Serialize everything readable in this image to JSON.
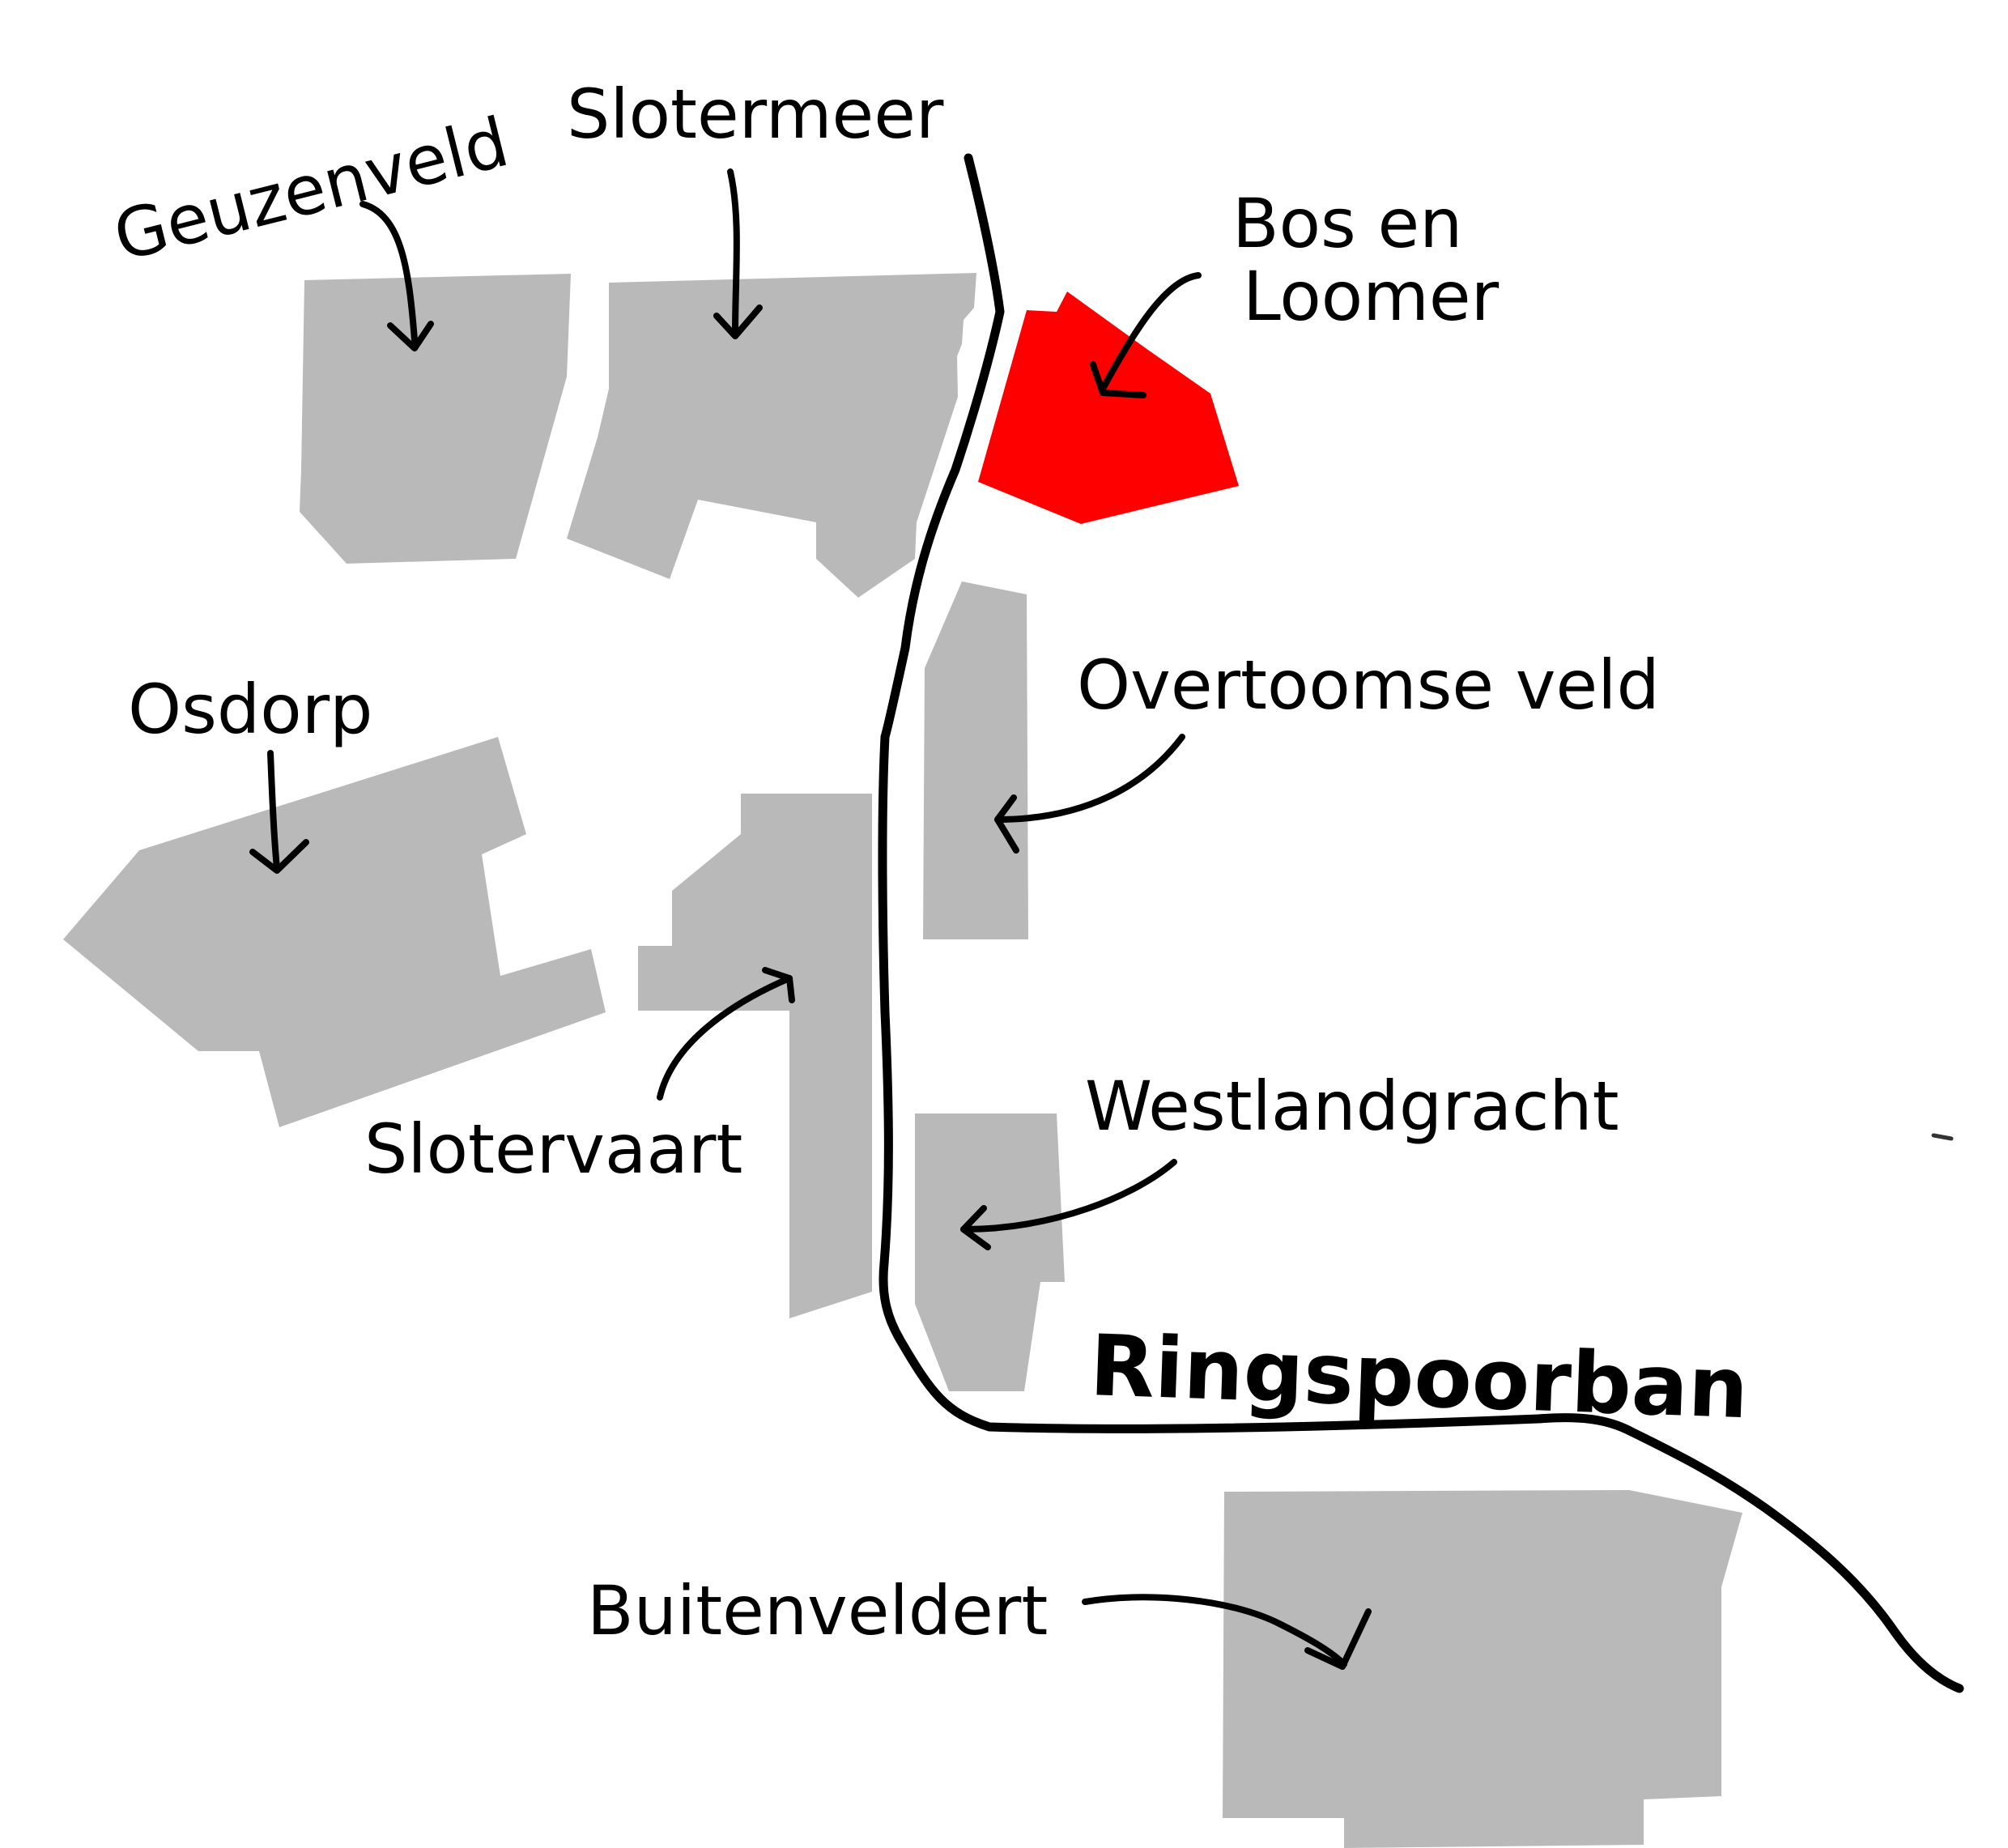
{
  "map": {
    "rail_line": {
      "label": "Ringspoorban"
    },
    "districts": [
      {
        "id": "geuzenveld",
        "label": "Geuzenveld",
        "highlighted": false
      },
      {
        "id": "slotermeer",
        "label": "Slotermeer",
        "highlighted": false
      },
      {
        "id": "bos-en-loomer",
        "label_line1": "Bos en",
        "label_line2": "Loomer",
        "highlighted": true
      },
      {
        "id": "osdorp",
        "label": "Osdorp",
        "highlighted": false
      },
      {
        "id": "overtoomse-veld",
        "label": "Overtoomse veld",
        "highlighted": false
      },
      {
        "id": "slotervaart",
        "label": "Slotervaart",
        "highlighted": false
      },
      {
        "id": "westlandgracht",
        "label": "Westlandgracht",
        "highlighted": false
      },
      {
        "id": "buitenveldert",
        "label": "Buitenveldert",
        "highlighted": false
      }
    ],
    "colors": {
      "district_fill": "#b9b9b9",
      "highlight_fill": "#ff0000",
      "rail_and_text": "#000000",
      "background": "#ffffff"
    }
  }
}
